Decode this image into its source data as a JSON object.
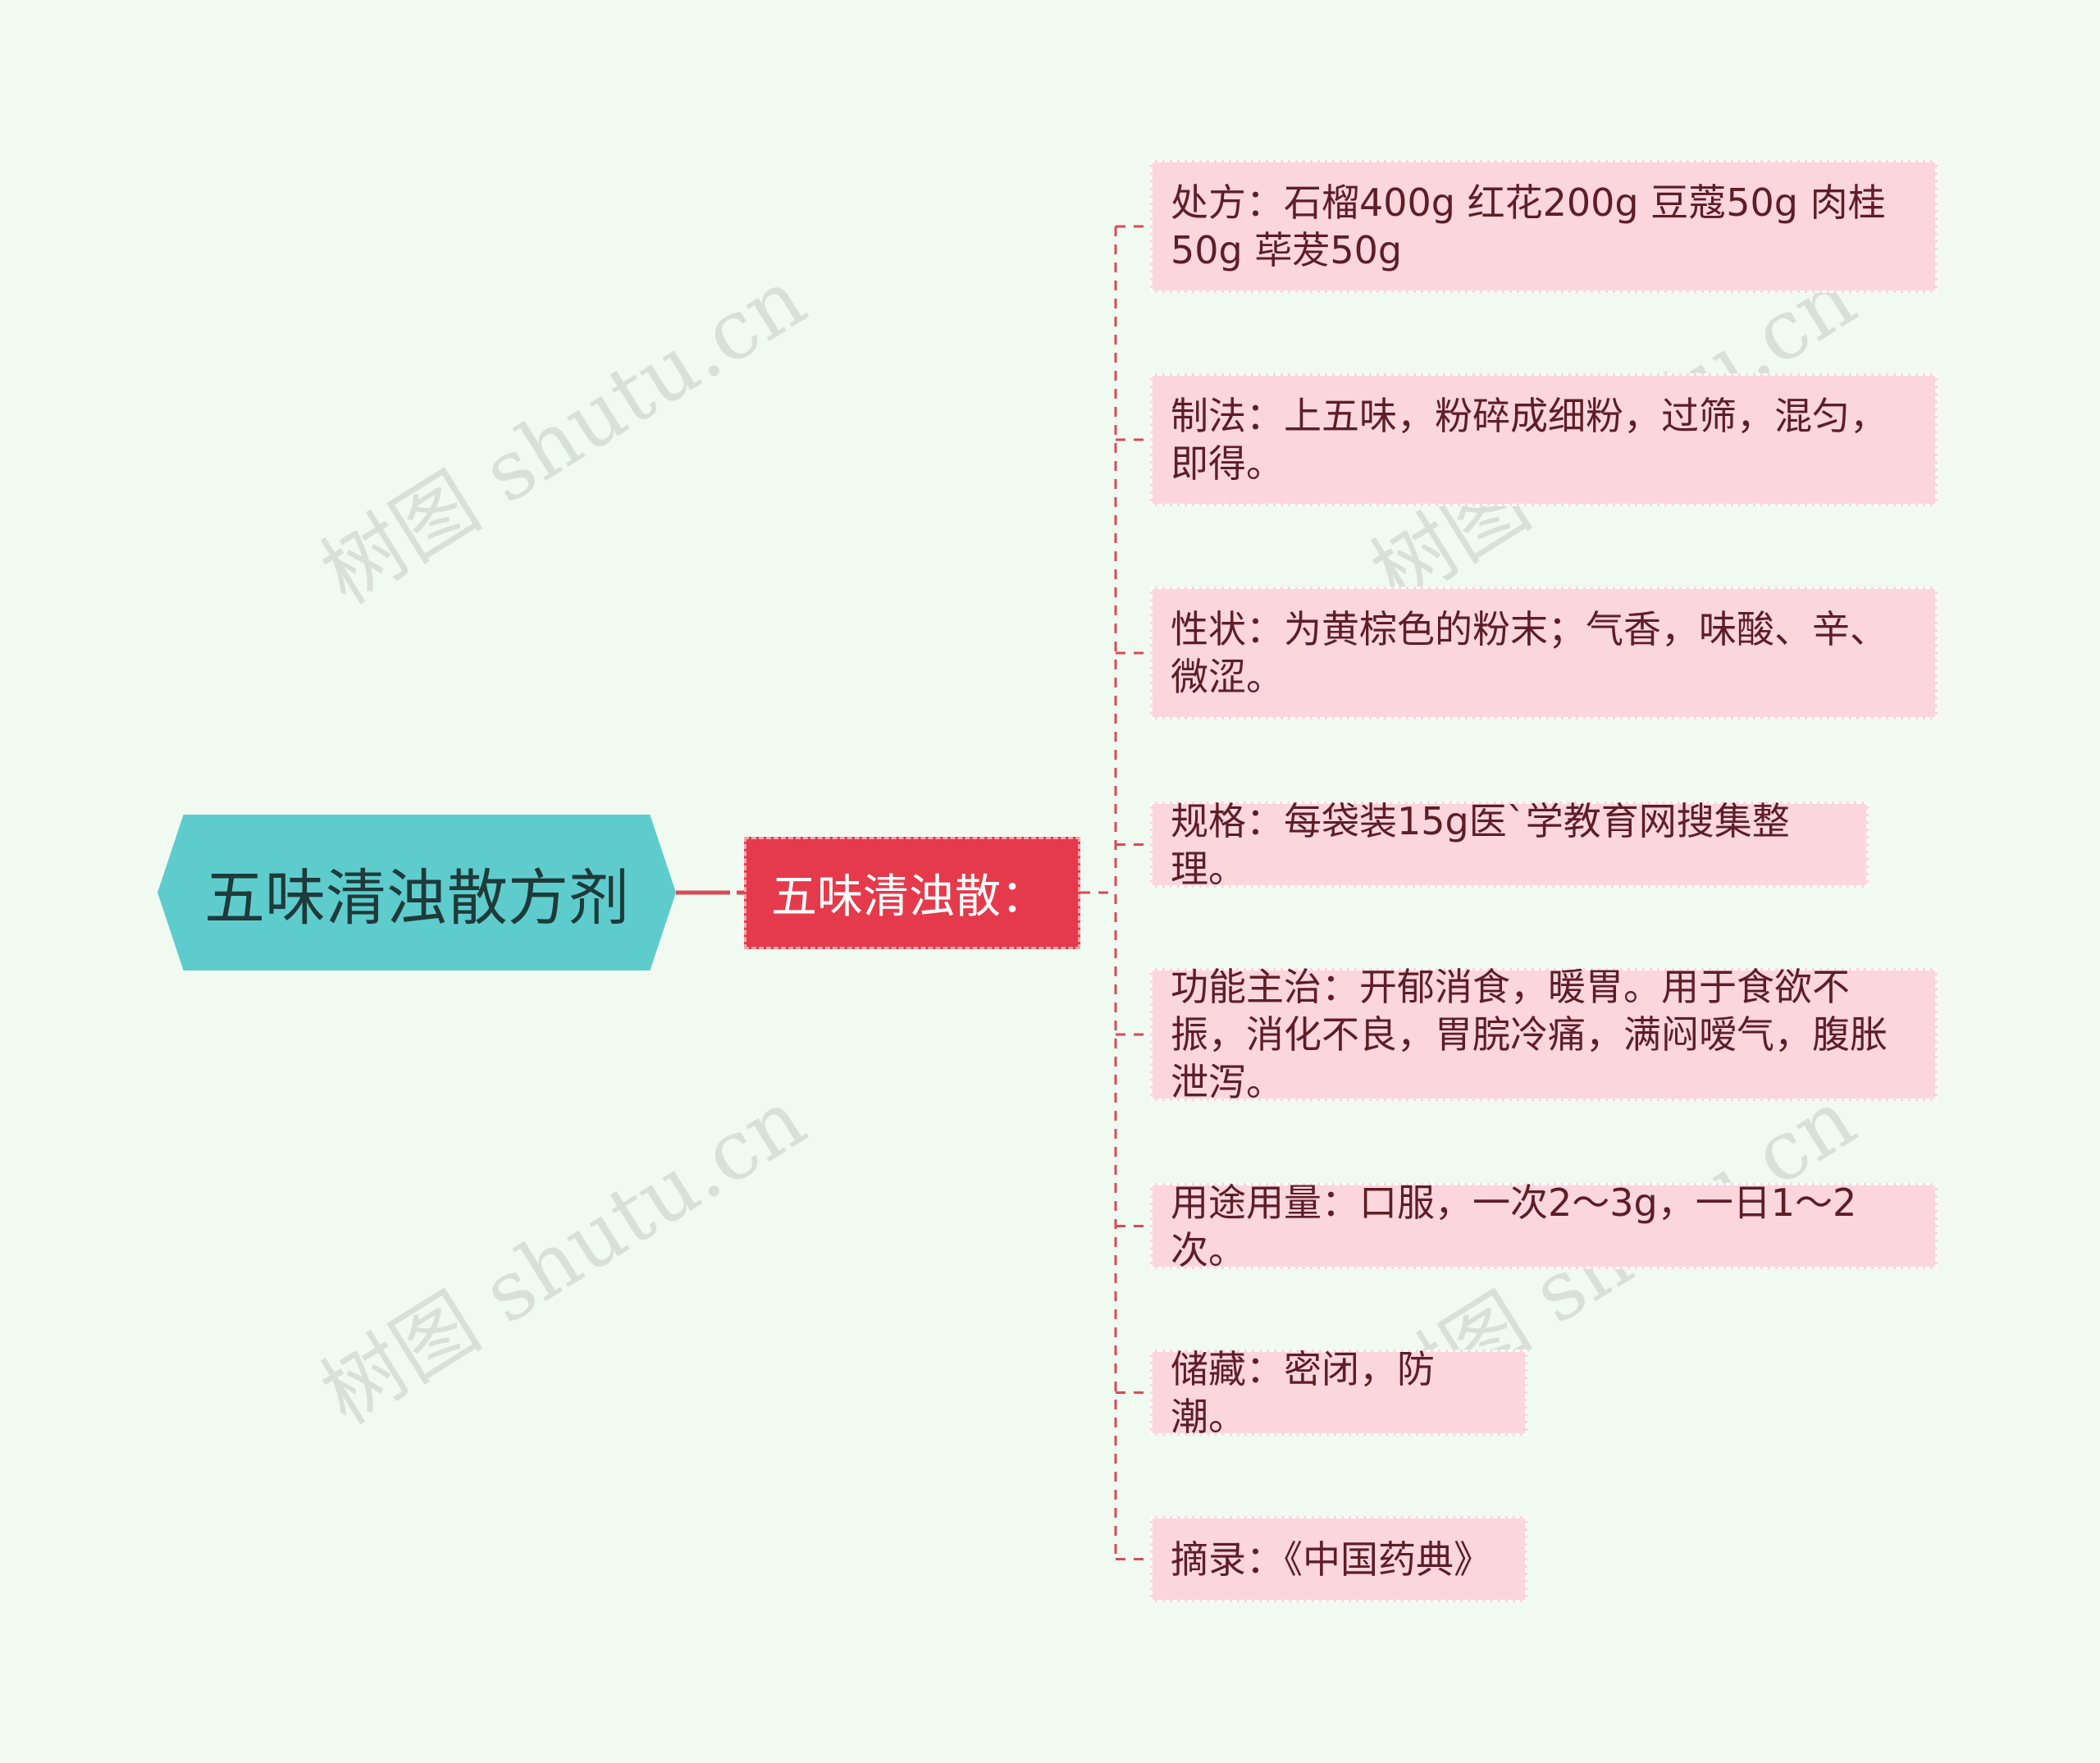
{
  "watermark": "树图 shutu.cn",
  "root": {
    "label": "五味清浊散方剂",
    "color": "#5ecccc"
  },
  "branch": {
    "label": "五味清浊散：",
    "color": "#e53a4b"
  },
  "leaves": [
    {
      "text": "处方：石榴400g 红花200g 豆蔻50g 肉桂50g 荜茇50g"
    },
    {
      "text": "制法：上五味，粉碎成细粉，过筛，混匀，即得。"
    },
    {
      "text": "性状：为黄棕色的粉末；气香，味酸、辛、微涩。"
    },
    {
      "text": "规格：每袋装15g医`学教育网搜集整理。"
    },
    {
      "text": "功能主治：开郁消食，暖胃。用于食欲不振，消化不良，胃脘冷痛，满闷嗳气，腹胀泄泻。"
    },
    {
      "text": "用途用量：口服，一次2～3g，一日1～2次。"
    },
    {
      "text": "储藏：密闭，防潮。"
    },
    {
      "text": "摘录：《中国药典》"
    }
  ],
  "colors": {
    "background": "#f1faf0",
    "leaf_fill": "#fbd6dd",
    "connector": "#d94a58"
  }
}
